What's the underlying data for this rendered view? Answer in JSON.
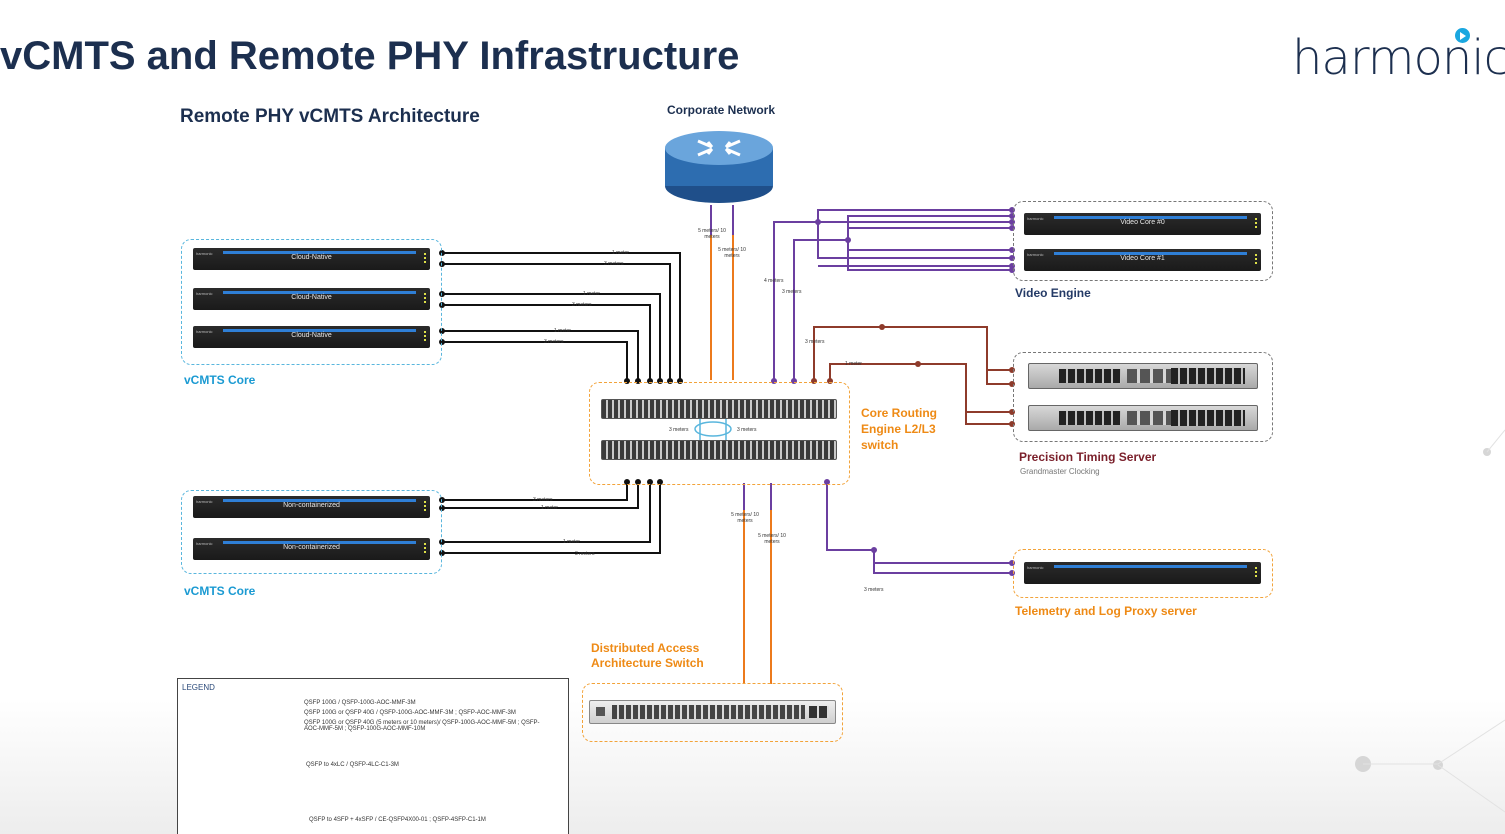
{
  "slide": {
    "title": "vCMTS and Remote PHY Infrastructure",
    "subtitle": "Remote PHY vCMTS Architecture",
    "logo_text": "harmonic"
  },
  "nodes": {
    "corporate_network": "Corporate Network",
    "core_routing": [
      "Core Routing",
      "Engine L2/L3",
      "switch"
    ],
    "video_engine": "Video Engine",
    "precision_timing": "Precision Timing Server",
    "grandmaster": "Grandmaster Clocking",
    "telemetry": "Telemetry and Log Proxy server",
    "distributed_switch": [
      "Distributed Access",
      "Architecture Switch"
    ],
    "vcmts_core_top": "vCMTS Core",
    "vcmts_core_bottom": "vCMTS Core"
  },
  "servers": {
    "cloud_native": [
      "Cloud-Native",
      "Cloud-Native",
      "Cloud-Native"
    ],
    "non_containerized": [
      "Non-containerized",
      "Non-containerized"
    ],
    "video_core": [
      "Video Core #0",
      "Video Core #1"
    ],
    "brand": "harmonic"
  },
  "link_labels": {
    "one_meter": "1 meter",
    "three_meters": "3 meters",
    "five_ten": "5 meters/ 10 meters",
    "four_meters": "4 meters"
  },
  "legend": {
    "title": "LEGEND",
    "items": [
      "QSFP 100G / QSFP-100G-AOC-MMF-3M",
      "QSFP 100G or QSFP 40G / QSFP-100G-AOC-MMF-3M ; QSFP-AOC-MMF-3M",
      "QSFP 100G or QSFP 40G (5 meters or 10 meters)/ QSFP-100G-AOC-MMF-5M ; QSFP-AOC-MMF-5M ; QSFP-100G-AOC-MMF-10M",
      "QSFP to 4xLC / QSFP-4LC-C1-3M",
      "QSFP to 4SFP + 4xSFP / CE-QSFP4X00-01 ; QSFP-4SFP-C1-1M"
    ]
  },
  "colors": {
    "navy": "#1c2f4f",
    "blue_accent": "#1b9ad2",
    "orange_accent": "#ee8a15",
    "purple_link": "#6b3fa0",
    "maroon_link": "#8e3b2b",
    "orange_link": "#ec7a1c",
    "black_link": "#111111"
  }
}
